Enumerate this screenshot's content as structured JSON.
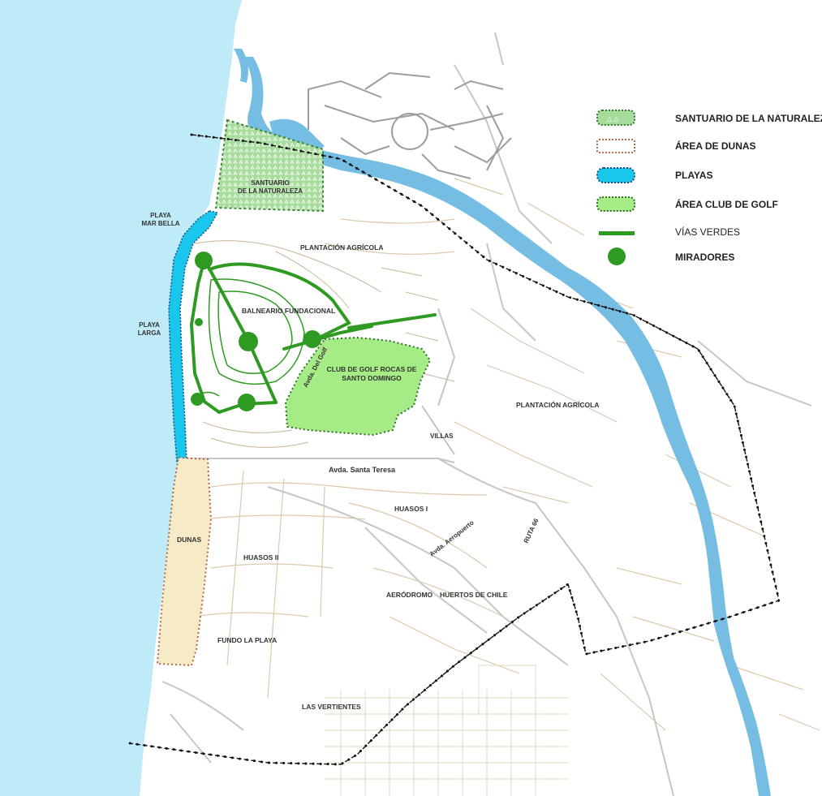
{
  "colors": {
    "ocean": "#bfeaf7",
    "beach": "#19c6ec",
    "river": "#76bde4",
    "dunes": "#f6ebc6",
    "dunes_border": "#b06a4a",
    "golf": "#a6ec86",
    "sanctuary": "#a8dc9c",
    "green_way": "#2e9a22",
    "street": "#d9c4a3",
    "road": "#c7c7c7",
    "boundary": "#111111"
  },
  "legend": {
    "items": [
      {
        "label": "SANTUARIO DE LA NATURALEZA",
        "swatch": "sanctuary-swatch"
      },
      {
        "label": "ÁREA DE DUNAS",
        "swatch": "dunes-swatch"
      },
      {
        "label": "PLAYAS",
        "swatch": "beach-swatch"
      },
      {
        "label": "ÁREA CLUB DE GOLF",
        "swatch": "golf-swatch"
      },
      {
        "label": "VÍAS VERDES",
        "swatch": "green-way-swatch"
      },
      {
        "label": "MIRADORES",
        "swatch": "viewpoint-swatch"
      }
    ]
  },
  "labels": {
    "santuario": [
      "SANTUARIO",
      "DE LA NATURALEZA"
    ],
    "playa_mar_bella": [
      "PLAYA",
      "MAR BELLA"
    ],
    "playa_larga": [
      "PLAYA",
      "LARGA"
    ],
    "plantacion_agricola_1": "PLANTACIÓN AGRÍCOLA",
    "balneario": "BALNEARIO FUNDACIONAL",
    "avda_del_golf": "Avda. Del Golf",
    "club_golf": [
      "CLUB DE GOLF ROCAS DE",
      "SANTO DOMINGO"
    ],
    "plantacion_agricola_2": "PLANTACIÓN AGRÍCOLA",
    "villas": "VILLAS",
    "avda_santa_teresa": "Avda. Santa Teresa",
    "huasos_i": "HUASOS I",
    "avda_aeropuerto": "Avda. Aeropuerto",
    "ruta_66": "RUTA 66",
    "dunas": "DUNAS",
    "huasos_ii": "HUASOS II",
    "aerodromo": "AERÓDROMO",
    "huertos_de_chile": "HUERTOS DE CHILE",
    "fundo_la_playa": "FUNDO LA PLAYA",
    "las_vertientes": "LAS VERTIENTES"
  }
}
